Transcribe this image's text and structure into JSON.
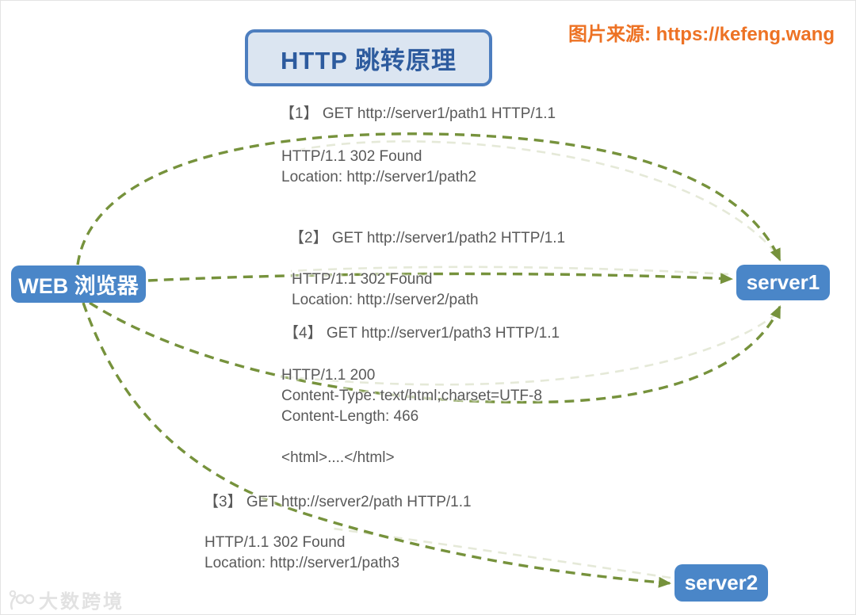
{
  "title": "HTTP 跳转原理",
  "source_note": "图片来源: https://kefeng.wang",
  "nodes": {
    "browser": {
      "label": "WEB 浏览器"
    },
    "server1": {
      "label": "server1"
    },
    "server2": {
      "label": "server2"
    }
  },
  "exchanges": {
    "step1": {
      "request": "【1】 GET http://server1/path1 HTTP/1.1",
      "response": [
        "HTTP/1.1 302 Found",
        "Location: http://server1/path2"
      ]
    },
    "step2": {
      "request": "【2】 GET http://server1/path2 HTTP/1.1",
      "response": [
        "HTTP/1.1 302 Found",
        "Location: http://server2/path"
      ]
    },
    "step4": {
      "request": "【4】 GET http://server1/path3 HTTP/1.1",
      "response": [
        "HTTP/1.1 200",
        "Content-Type: text/html;charset=UTF-8",
        "Content-Length: 466"
      ],
      "body": "<html>....</html>"
    },
    "step3": {
      "request": "【3】 GET http://server2/path HTTP/1.1",
      "response": [
        "HTTP/1.1 302 Found",
        "Location: http://server1/path3"
      ]
    }
  },
  "watermark": {
    "brand": "大数跨境"
  },
  "colors": {
    "arrow_green": "#76923c",
    "response_faint": "rgba(160,175,115,0.28)",
    "node_blue": "#4a86c8",
    "title_text": "#2d5b9e",
    "title_border": "#4d7ebf",
    "title_fill": "#dbe5f1",
    "source_orange": "#ED7224",
    "label_gray": "#595959"
  }
}
